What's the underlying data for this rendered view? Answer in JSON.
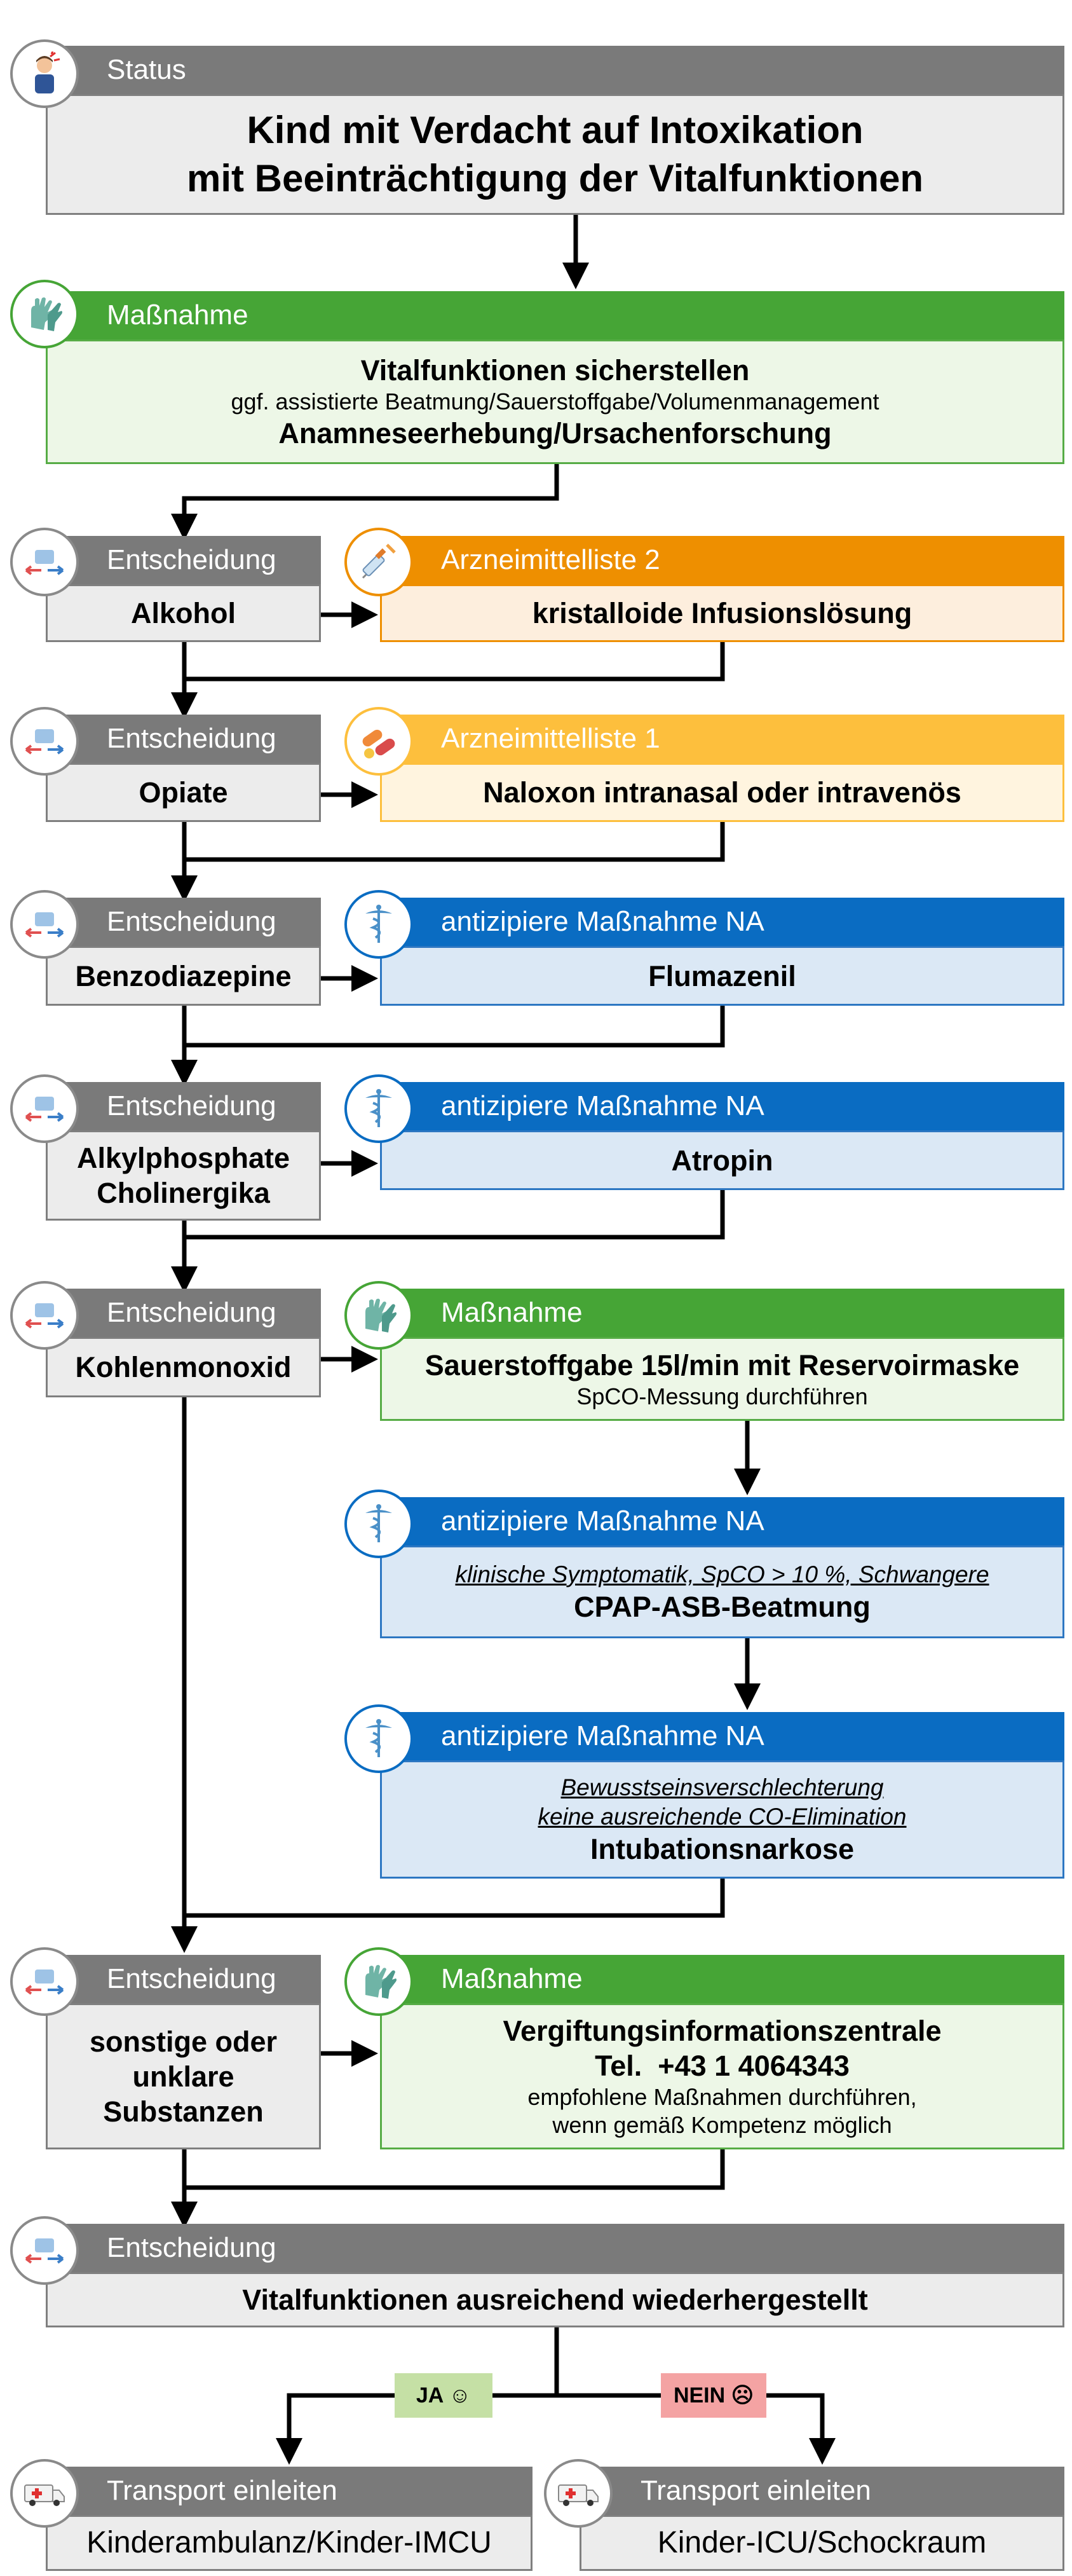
{
  "status": {
    "header": "Status",
    "title_line1": "Kind mit Verdacht auf Intoxikation",
    "title_line2": "mit Beeinträchtigung der Vitalfunktionen"
  },
  "massnahme1": {
    "header": "Maßnahme",
    "line1": "Vitalfunktionen sicherstellen",
    "line2": "ggf. assistierte Beatmung/Sauerstoffgabe/Volumenmanagement",
    "line3": "Anamneseerhebung/Ursachenforschung"
  },
  "decision_header": "Entscheidung",
  "d_alkohol": {
    "label": "Alkohol",
    "action_header": "Arzneimittelliste 2",
    "action": "kristalloide Infusionslösung"
  },
  "d_opiate": {
    "label": "Opiate",
    "action_header": "Arzneimittelliste 1",
    "action": "Naloxon intranasal oder intravenös"
  },
  "d_benzo": {
    "label": "Benzodiazepine",
    "action_header": "antizipiere Maßnahme NA",
    "action": "Flumazenil"
  },
  "d_alkyl": {
    "label_line1": "Alkylphosphate",
    "label_line2": "Cholinergika",
    "action_header": "antizipiere Maßnahme NA",
    "action": "Atropin"
  },
  "d_co": {
    "label": "Kohlenmonoxid",
    "action_header": "Maßnahme",
    "action_line1": "Sauerstoffgabe 15l/min mit Reservoirmaske",
    "action_line2": "SpCO-Messung durchführen",
    "cpap_header": "antizipiere Maßnahme NA",
    "cpap_condition": "klinische Symptomatik, SpCO > 10 %, Schwangere",
    "cpap_action": "CPAP-ASB-Beatmung",
    "intub_header": "antizipiere Maßnahme NA",
    "intub_condition1": "Bewusstseinsverschlechterung",
    "intub_condition2": "keine ausreichende CO-Elimination",
    "intub_action": "Intubationsnarkose"
  },
  "d_sonstige": {
    "label_line1": "sonstige oder",
    "label_line2": "unklare",
    "label_line3": "Substanzen",
    "action_header": "Maßnahme",
    "action_line1": "Vergiftungsinformationszentrale",
    "action_line2": "Tel.  +43 1 4064343",
    "action_line3": "empfohlene Maßnahmen durchführen,",
    "action_line4": "wenn gemäß Kompetenz möglich"
  },
  "final_decision": {
    "header": "Entscheidung",
    "title": "Vitalfunktionen ausreichend wiederhergestellt",
    "yes": "JA ☺",
    "no": "NEIN ☹"
  },
  "transport_yes": {
    "header": "Transport einleiten",
    "dest": "Kinderambulanz/Kinder-IMCU"
  },
  "transport_no": {
    "header": "Transport einleiten",
    "dest": "Kinder-ICU/Schockraum"
  },
  "colors": {
    "gray": "#7a7a7a",
    "green": "#46a536",
    "orange": "#ee8f00",
    "yellow": "#fdbf3d",
    "blue": "#0a6cc2",
    "yes_bg": "#c5e0a5",
    "no_bg": "#f4a3a3"
  },
  "icons": {
    "status": "person-headache-icon",
    "massnahme": "medical-gloves-icon",
    "decision": "decision-arrows-icon",
    "drug_list_2": "syringe-icon",
    "drug_list_1": "pills-icon",
    "na": "caduceus-icon",
    "transport": "ambulance-icon"
  }
}
